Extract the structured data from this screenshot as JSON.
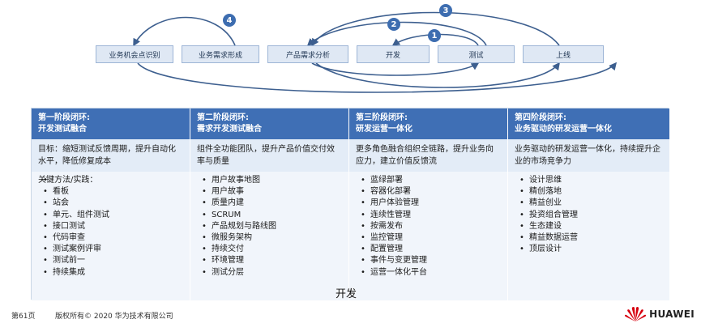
{
  "flow": {
    "stages": [
      "业务机会点识别",
      "业务需求形成",
      "产品需求分析",
      "开发",
      "测试",
      "上线"
    ],
    "loops": [
      "1",
      "2",
      "3",
      "4"
    ]
  },
  "columns": [
    {
      "title1": "第一阶段闭环:",
      "title2": "开发测试融合",
      "goal": "目标：缩短测试反馈周期，提升自动化水平，降低修复成本",
      "caption": "关键方法/实践：",
      "items": [
        "看板",
        "站会",
        "单元、组件测试",
        "接口测试",
        "代码审查",
        "测试案例评审",
        "测试前一",
        "持续集成"
      ]
    },
    {
      "title1": "第二阶段闭环:",
      "title2": "需求开发测试融合",
      "goal": "组件全功能团队，提升产品价值交付效率与质量",
      "caption": "",
      "items": [
        "用户故事地图",
        "用户故事",
        "质量内建",
        "SCRUM",
        "产品规划与路线图",
        "微服务架构",
        "持续交付",
        "环境管理",
        "测试分层"
      ]
    },
    {
      "title1": "第三阶段闭环:",
      "title2": "研发运营一体化",
      "goal": "更多角色融合组织全链路，提升业务向应力，建立价值反馈流",
      "caption": "",
      "items": [
        "蓝绿部署",
        "容器化部署",
        "用户体验管理",
        "连续性管理",
        "按需发布",
        "监控管理",
        "配置管理",
        "事件与变更管理",
        "运营一体化平台"
      ]
    },
    {
      "title1": "第四阶段闭环:",
      "title2": "业务驱动的研发运营一体化",
      "goal": "业务驱动的研发运营一体化，持续提升企业的市场竞争力",
      "caption": "",
      "items": [
        "设计思维",
        "精创落地",
        "精益创业",
        "投资组合管理",
        "生态建设",
        "精益数据运营",
        "顶层设计"
      ]
    }
  ],
  "subtitle": "开发",
  "footer": {
    "page": "第61页",
    "copyright": "版权所有© 2020 华为技术有限公司"
  },
  "logo": {
    "text": "HUAWEI",
    "color": "#d7000f"
  },
  "colors": {
    "header": "#3f6fb5",
    "goal": "#e3ecf7",
    "body": "#f1f5fb",
    "stage": "#dfe8f4",
    "accent": "#3d6db0"
  }
}
